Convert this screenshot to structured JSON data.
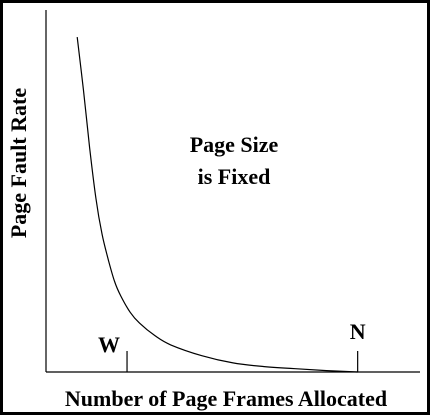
{
  "chart_data": {
    "type": "line",
    "title": "",
    "xlabel": "Number of Page Frames Allocated",
    "ylabel": "Page Fault Rate",
    "annotation": [
      "Page Size",
      "is Fixed"
    ],
    "ticks": [
      {
        "label": "W",
        "x": 1.3
      },
      {
        "label": "N",
        "x": 5.0
      }
    ],
    "xlim": [
      0,
      6.0
    ],
    "ylim": [
      0,
      1.0
    ],
    "grid": false,
    "series": [
      {
        "x": [
          0.5,
          0.6,
          0.7,
          0.8,
          0.9,
          1.0,
          1.1,
          1.2,
          1.35,
          1.5,
          1.75,
          2.0,
          2.5,
          3.0,
          3.5,
          4.0,
          4.5,
          5.0
        ],
        "y": [
          0.925,
          0.78,
          0.62,
          0.48,
          0.38,
          0.31,
          0.25,
          0.21,
          0.165,
          0.135,
          0.1,
          0.075,
          0.045,
          0.025,
          0.015,
          0.009,
          0.004,
          0.0
        ]
      }
    ]
  }
}
